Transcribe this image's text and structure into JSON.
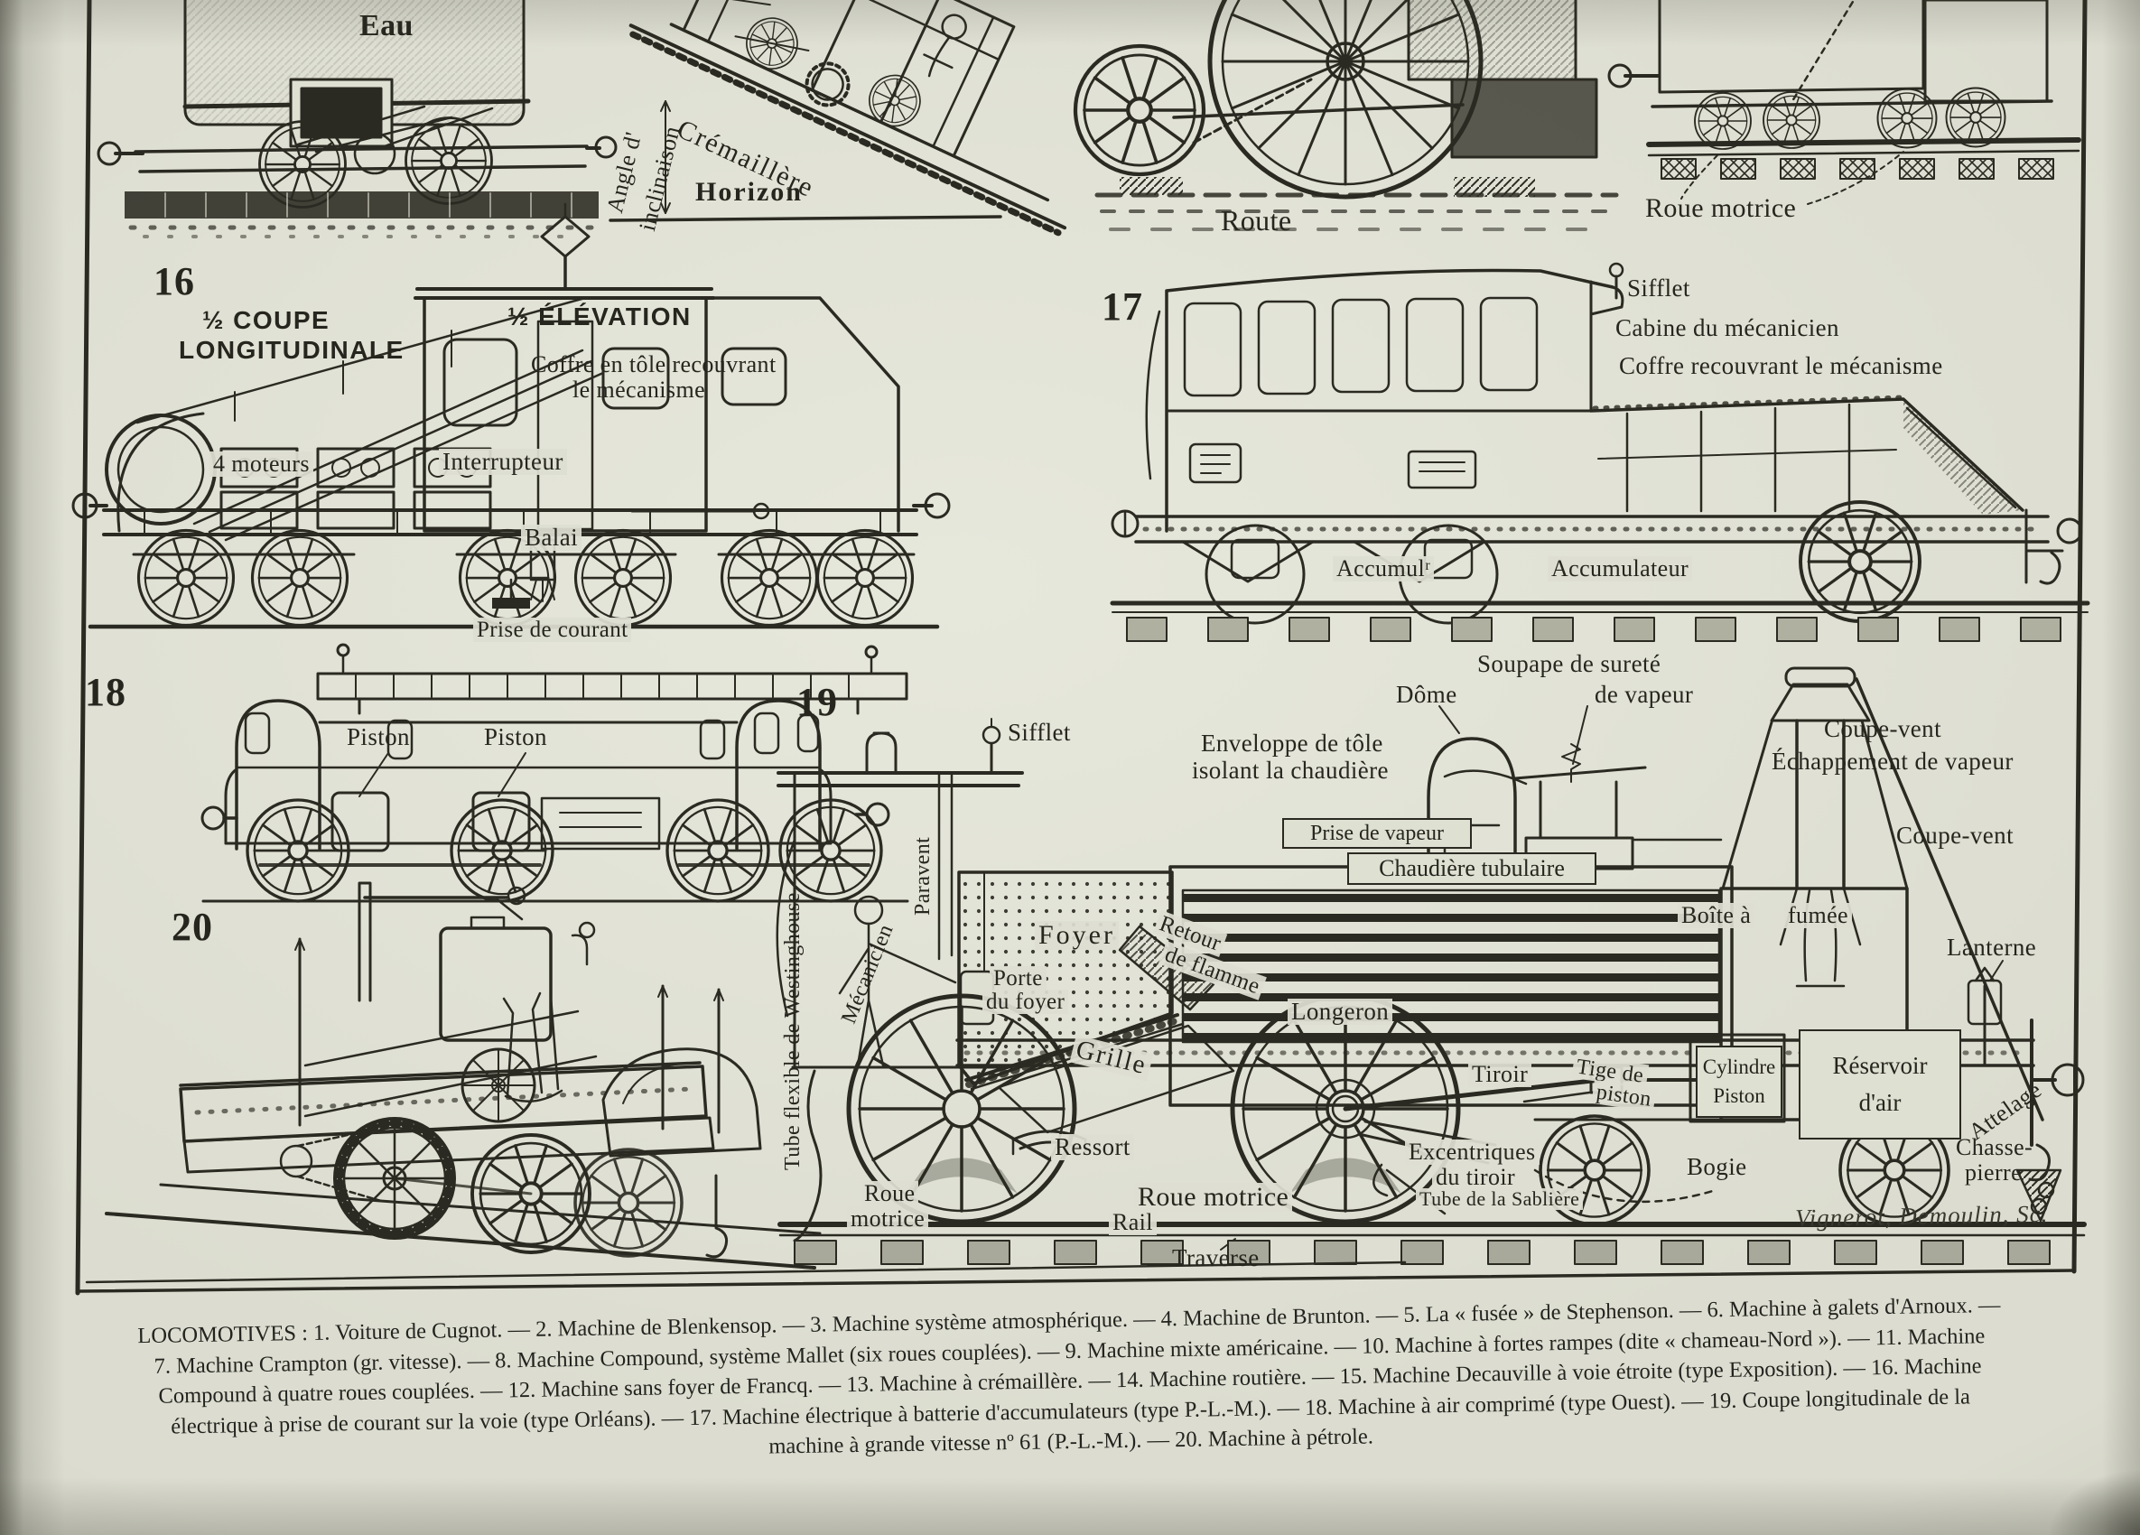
{
  "plate": {
    "top_row": {
      "eau": "Eau",
      "angle_line1": "Angle d'",
      "angle_line2": "inclinaison",
      "cremaillere": "Crémaillère",
      "horizon": "Horizon",
      "route": "Route",
      "roue_motrice": "Roue motrice"
    },
    "fig16": {
      "number": "16",
      "coupe_line1": "½ COUPE",
      "coupe_line2": "LONGITUDINALE",
      "elevation": "½ ÉLÉVATION",
      "coffre_line1": "Coffre en tôle recouvrant",
      "coffre_line2": "le mécanisme",
      "moteurs": "4 moteurs",
      "interrupteur": "Interrupteur",
      "balai": "Balai",
      "prise_courant": "Prise de courant"
    },
    "fig17": {
      "number": "17",
      "sifflet": "Sifflet",
      "cabine": "Cabine du mécanicien",
      "coffre": "Coffre recouvrant le mécanisme",
      "accumul_abbrev": "Accumulʳ",
      "accumulateur": "Accumulateur"
    },
    "fig18": {
      "number": "18",
      "piston_left": "Piston",
      "piston_right": "Piston"
    },
    "fig19": {
      "number": "19",
      "sifflet": "Sifflet",
      "soupape_line1": "Soupape de sureté",
      "soupape_line2": "de vapeur",
      "dome": "Dôme",
      "coupe_vent_haut": "Coupe-vent",
      "echappement": "Échappement de vapeur",
      "coupe_vent_bas": "Coupe-vent",
      "enveloppe_line1": "Enveloppe de tôle",
      "enveloppe_line2": "isolant la chaudière",
      "prise_vapeur": "Prise de vapeur",
      "chaudiere": "Chaudière tubulaire",
      "boite": "Boîte à",
      "fumee": "fumée",
      "lanterne": "Lanterne",
      "reservoir_line1": "Réservoir",
      "reservoir_line2": "d'air",
      "westinghouse": "Tube flexible de Westinghouse",
      "mecanicien": "Mécanicien",
      "paravent": "Paravent",
      "foyer": "Foyer",
      "porte_line1": "Porte",
      "porte_line2": "du foyer",
      "retour_line1": "Retour",
      "retour_line2": "de flamme",
      "grille": "Grille",
      "longeron": "Longeron",
      "tiroir": "Tiroir",
      "tige_line1": "Tige de",
      "tige_line2": "piston",
      "cylindre_line1": "Cylindre",
      "cylindre_line2": "Piston",
      "excentriques_line1": "Excentriques",
      "excentriques_line2": "du tiroir",
      "sabliere": "Tube de la Sablière",
      "ressort": "Ressort",
      "roue_gauche_line1": "Roue",
      "roue_gauche_line2": "motrice",
      "roue_motrice": "Roue motrice",
      "rail": "Rail",
      "traverse": "Traverse",
      "bogie": "Bogie",
      "attelage": "Attelage",
      "chasse_line1": "Chasse-",
      "chasse_line2": "pierre",
      "signature": "Vignerot, Demoulin, Sc."
    },
    "fig20": {
      "number": "20"
    },
    "caption": {
      "lines": [
        "LOCOMOTIVES : 1. Voiture de Cugnot. — 2. Machine de Blenkensop. — 3. Machine système atmosphérique. — 4. Machine de Brunton. — 5. La « fusée » de Stephenson. — 6. Machine à galets d'Arnoux. —",
        "7. Machine Crampton (gr. vitesse). — 8. Machine Compound, système Mallet (six roues couplées). — 9. Machine mixte américaine. — 10. Machine à fortes rampes (dite « chameau-Nord »). — 11. Machine",
        "Compound à quatre roues couplées. — 12. Machine sans foyer de Francq. — 13. Machine à crémaillère. — 14. Machine routière. — 15. Machine Decauville à voie étroite (type Exposition). — 16. Machine",
        "électrique à prise de courant sur la voie (type Orléans). — 17. Machine électrique à batterie d'accumulateurs (type P.-L.-M.). — 18. Machine à air comprimé (type Ouest). — 19. Coupe longitudinale de la",
        "machine à grande vitesse nº 61 (P.-L.-M.). — 20. Machine à pétrole."
      ]
    }
  }
}
